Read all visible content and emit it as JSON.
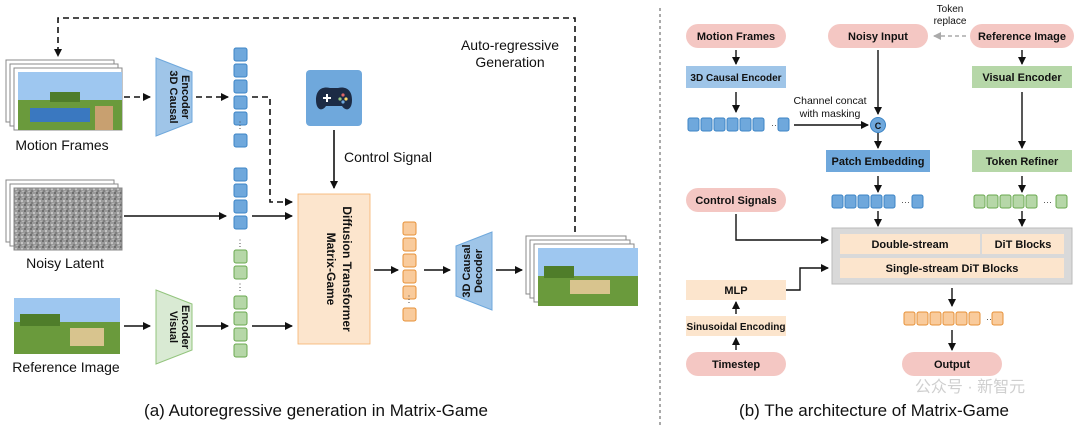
{
  "left_panel": {
    "autoregressive_label_1": "Auto-regressive",
    "autoregressive_label_2": "Generation",
    "motion_frames": "Motion Frames",
    "noisy_latent": "Noisy Latent",
    "reference_image": "Reference Image",
    "causal_encoder_1": "3D Causal",
    "causal_encoder_2": "Encoder",
    "visual_encoder_1": "Visual",
    "visual_encoder_2": "Encoder",
    "control_signal": "Control Signal",
    "dit_1": "Matrix-Game",
    "dit_2": "Diffusion Transformer",
    "causal_decoder_1": "3D Causal",
    "causal_decoder_2": "Decoder",
    "caption": "(a) Autoregressive generation in Matrix-Game"
  },
  "right_panel": {
    "motion_frames": "Motion Frames",
    "noisy_input": "Noisy Input",
    "token_replace_1": "Token",
    "token_replace_2": "replace",
    "reference_image": "Reference Image",
    "causal_encoder": "3D Causal Encoder",
    "visual_encoder": "Visual Encoder",
    "channel_concat_1": "Channel concat",
    "channel_concat_2": "with masking",
    "concat_symbol": "C",
    "patch_embedding": "Patch Embedding",
    "token_refiner": "Token Refiner",
    "control_signals": "Control Signals",
    "double_stream": "Double-stream",
    "dit_blocks": "DiT Blocks",
    "single_stream": "Single-stream DiT Blocks",
    "mlp": "MLP",
    "sinusoidal": "Sinusoidal Encoding",
    "timestep": "Timestep",
    "output": "Output",
    "ellipsis": "···",
    "caption": "(b) The architecture of Matrix-Game"
  },
  "watermark": "公众号 · 新智元",
  "colors": {
    "blue_token": "#6fa8dc",
    "green_token": "#b6d7a8",
    "orange_token": "#f9cb9c",
    "pink_pill": "#f4c7c3",
    "peach_block": "#fce5cd",
    "gray_panel": "#d9d9d9"
  }
}
